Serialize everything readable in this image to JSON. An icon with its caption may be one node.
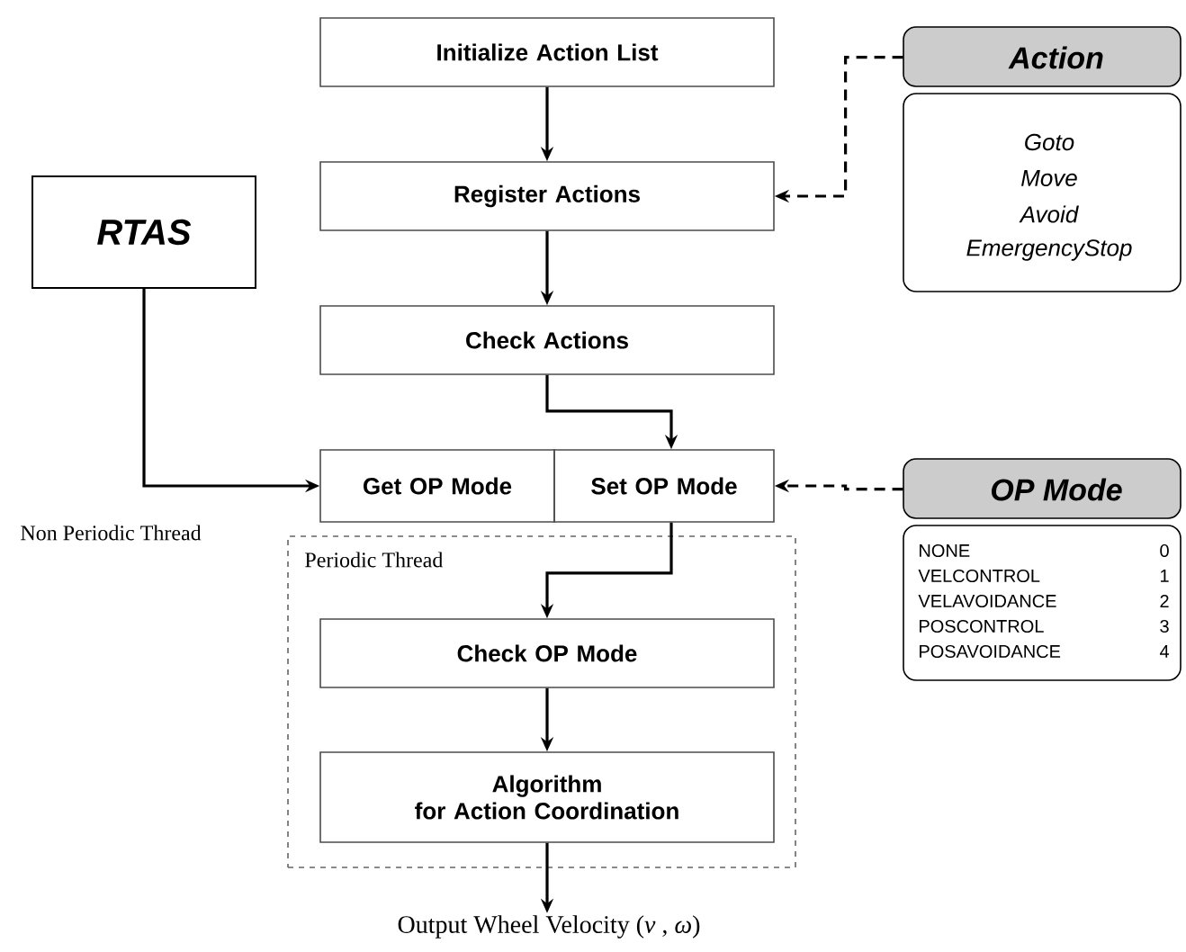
{
  "diagram": {
    "nodes": [
      {
        "text": [
          "Initialize Action List"
        ]
      },
      {
        "text": [
          "Register Actions"
        ]
      },
      {
        "text": [
          "Check Actions"
        ]
      },
      {
        "text": [
          "Get OP Mode"
        ]
      },
      {
        "text": [
          "Set OP Mode"
        ]
      },
      {
        "text": [
          "Periodic Thread"
        ]
      },
      {
        "text": [
          "Check OP Mode"
        ],
        "in": 5
      },
      {
        "text": [
          "Algorithm for Action Coordination"
        ],
        "in": 5
      },
      {
        "text": [
          "RTAS"
        ]
      },
      {
        "text": [
          "Action",
          "Goto",
          "Move",
          "Avoid",
          "EmergencyStop"
        ]
      },
      {
        "text": [
          "OP Mode",
          "NONE",
          "0",
          "VELCONTROL",
          "1",
          "VELAVOIDANCE",
          "2",
          "POSCONTROL",
          "3",
          "POSAVOIDANCE",
          "4"
        ]
      },
      {
        "text": [
          "Output Wheel Velocity (*ν* , *ω*)"
        ]
      }
    ],
    "edges": [
      {
        "from": 0,
        "to": 1,
        "arrow": "to"
      },
      {
        "from": 1,
        "to": 2,
        "arrow": "to"
      },
      {
        "from": 2,
        "to": 4,
        "arrow": "to"
      },
      {
        "from": 8,
        "to": 3,
        "arrow": "to"
      },
      {
        "from": 9,
        "to": 1,
        "arrow": "to",
        "style": "dashed"
      },
      {
        "from": 10,
        "to": 4,
        "arrow": "to",
        "style": "dashed"
      },
      {
        "from": 4,
        "to": 6,
        "arrow": "to"
      },
      {
        "from": 6,
        "to": 7,
        "arrow": "to"
      },
      {
        "from": 7,
        "to": 11,
        "arrow": "to"
      }
    ],
    "labels": [
      "Non Periodic Thread"
    ]
  }
}
